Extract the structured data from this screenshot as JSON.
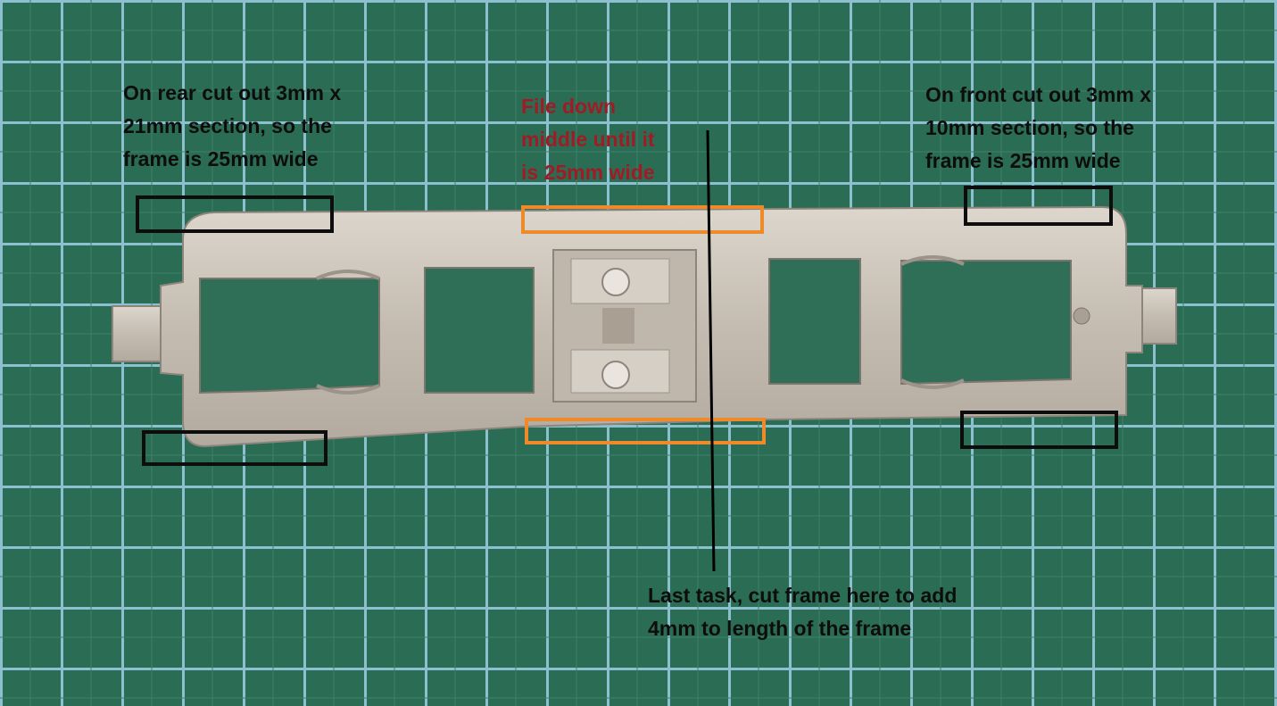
{
  "annotations": {
    "rear": "On rear cut out 3mm x\n21mm section, so the\nframe is 25mm wide",
    "middle": "File down\nmiddle until it\nis 25mm wide",
    "front": "On front cut out 3mm x\n10mm section, so the\nframe is 25mm wide",
    "last": "Last task, cut frame here to add\n4mm to length of the frame"
  },
  "colors": {
    "mat_green": "#2b6d54",
    "grid_line": "#8cc0cf",
    "frame_metal": "#c9c1b6",
    "black_note": "#0d0d0d",
    "red_note": "#a01c24",
    "orange_box": "#ee8a2a",
    "marker_black": "#000000"
  }
}
